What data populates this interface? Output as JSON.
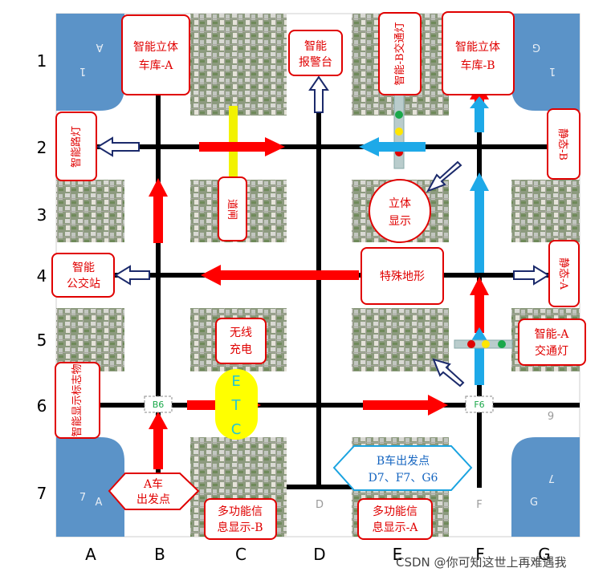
{
  "row_labels": [
    "1",
    "2",
    "3",
    "4",
    "5",
    "6",
    "7"
  ],
  "col_labels": [
    "A",
    "B",
    "C",
    "D",
    "E",
    "F",
    "G"
  ],
  "corner_labels": {
    "top_left": "A",
    "top_left_digit": "1",
    "top_right": "G",
    "top_right_digit": "1",
    "bottom_left": "A",
    "bottom_left_digit": "7",
    "bottom_right": "G",
    "bottom_right_digit": "7",
    "right_six": "9",
    "road_d": "D",
    "road_f": "F"
  },
  "callouts": {
    "garage_a": [
      "智能立体",
      "车库-A"
    ],
    "garage_b": [
      "智能立体",
      "车库-B"
    ],
    "alarm": [
      "智能",
      "报警台"
    ],
    "light_b": "智能-B交通灯",
    "street_light": "智能路灯",
    "gate": "道闸",
    "stereo_display": [
      "立体",
      "显示"
    ],
    "bus_station": [
      "智能",
      "公交站"
    ],
    "terrain": "特殊地形",
    "static_b": "静态-B",
    "static_a": "静态-A",
    "wireless": [
      "无线",
      "充电"
    ],
    "light_a": [
      "智能-A",
      "交通灯"
    ],
    "sign_display": "智能显示标志物",
    "start_a": [
      "A车",
      "出发点"
    ],
    "start_b": [
      "B车出发点",
      "D7、F7、G6"
    ],
    "info_b": [
      "多功能信",
      "息显示-B"
    ],
    "info_a": [
      "多功能信",
      "息显示-A"
    ]
  },
  "etc_label": [
    "E",
    "T",
    "C"
  ],
  "node_labels": {
    "b6": "B6",
    "f6": "F6"
  },
  "credit": "CSDN @你可知这世上再难遇我",
  "colors": {
    "road": "#000000",
    "arrow_red": "#ff0000",
    "arrow_blue": "#1ea9e8",
    "callout_border": "#e00000",
    "gate_yellow": "#f2f200",
    "etc_yellow": "#ffff00",
    "corner_blue": "#5b93c8",
    "etc_text": "#21c7d6",
    "start_b_border": "#1aa3e0",
    "start_b_text": "#1565c0"
  }
}
